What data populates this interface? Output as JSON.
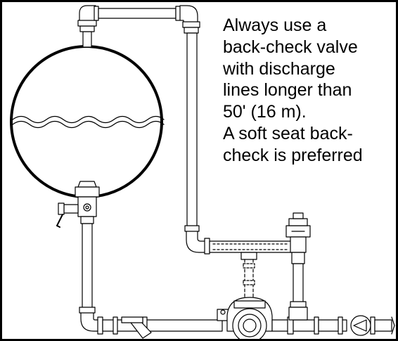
{
  "note": {
    "lines": [
      "Always use a",
      "back-check valve",
      "with discharge",
      "lines longer than",
      "50' (16 m).",
      "A soft seat back-",
      "check is preferred"
    ]
  },
  "colors": {
    "line": "#000000",
    "background": "#ffffff"
  }
}
